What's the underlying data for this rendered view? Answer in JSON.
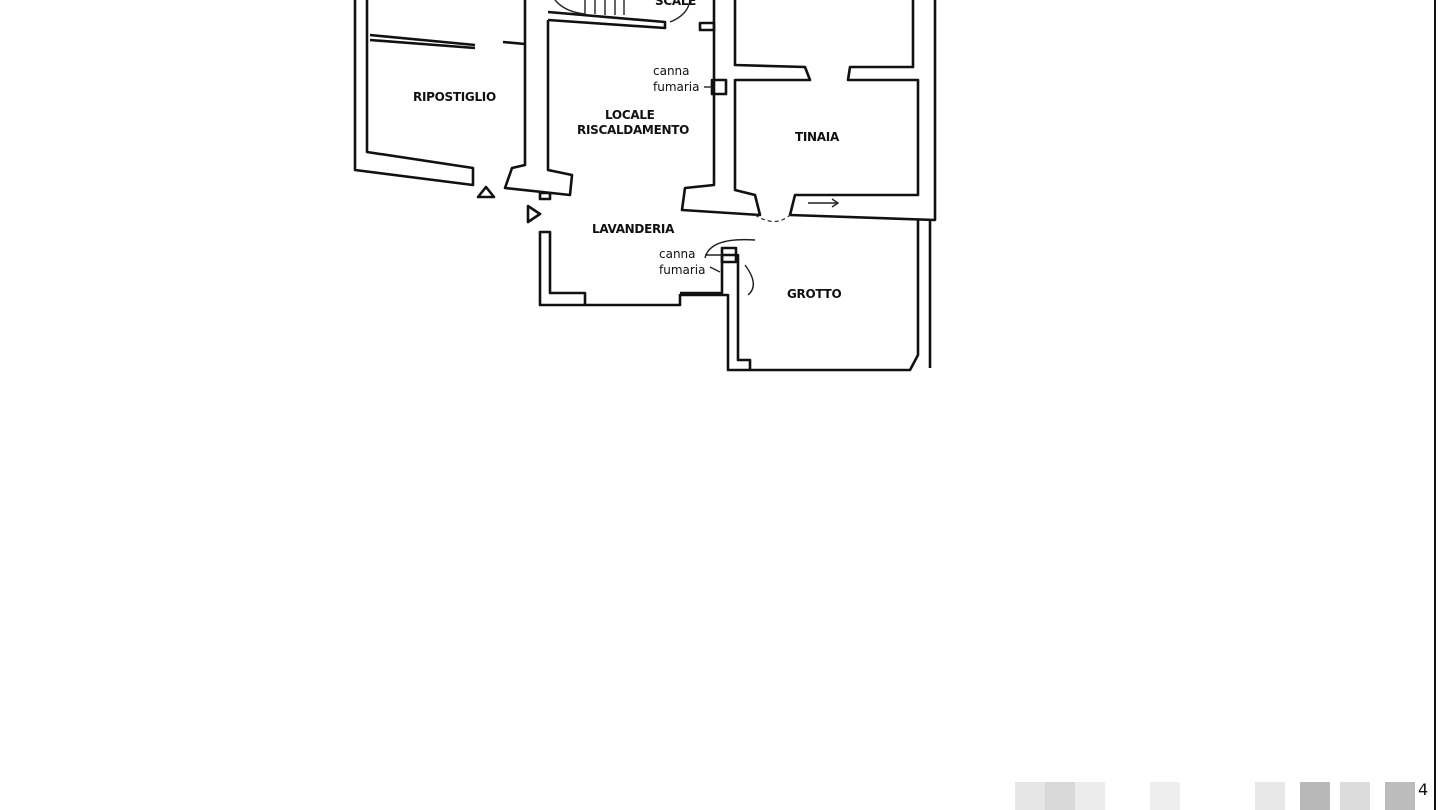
{
  "plan": {
    "rooms": {
      "top_left_cut": "...",
      "stairs": "SCALE",
      "ripostiglio": "RIPOSTIGLIO",
      "locale_riscaldamento_1": "LOCALE",
      "locale_riscaldamento_2": "RISCALDAMENTO",
      "tinaia": "TINAIA",
      "lavanderia": "LAVANDERIA",
      "grotto": "GROTTO"
    },
    "flue_labels": [
      {
        "line1": "canna",
        "line2": "fumaria"
      },
      {
        "line1": "canna",
        "line2": "fumaria"
      }
    ],
    "page_number": "4"
  },
  "colors": {
    "ink": "#111111",
    "paper": "#ffffff"
  }
}
